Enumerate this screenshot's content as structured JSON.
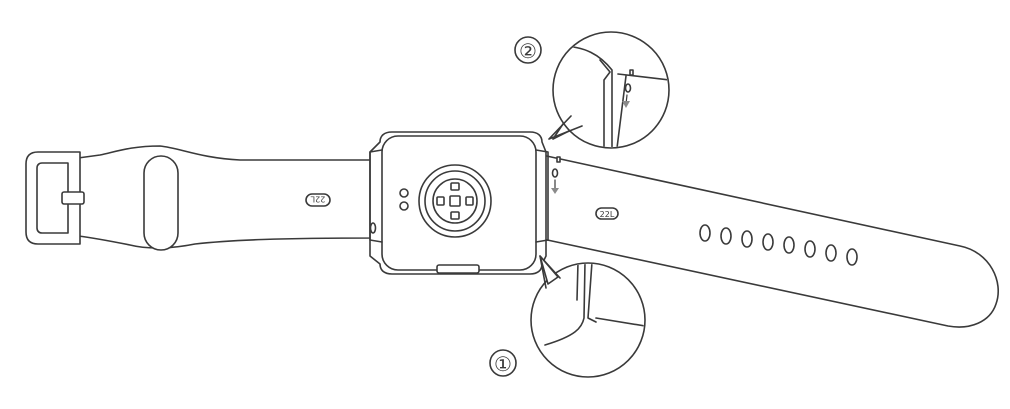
{
  "diagram": {
    "strap_size_label_left": "22L",
    "strap_size_label_right": "22L",
    "step_1": "①",
    "step_2": "②"
  },
  "colors": {
    "line": "#3a3a3a",
    "background": "#ffffff",
    "arrow": "#8a8a8a"
  }
}
